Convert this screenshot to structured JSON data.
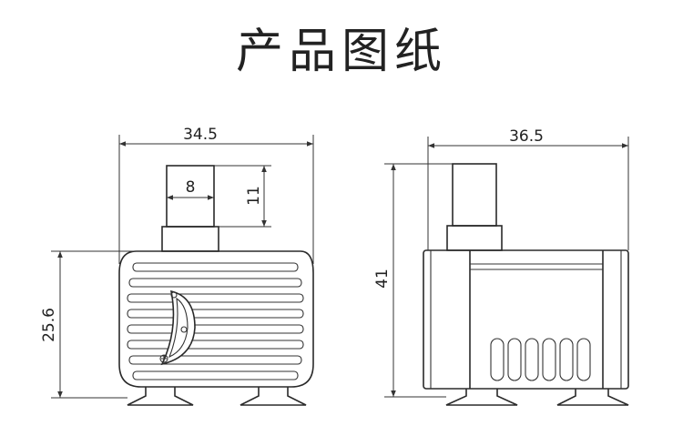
{
  "title": "产品图纸",
  "front_view": {
    "width_dim": "34.5",
    "outlet_width_dim": "8",
    "outlet_height_dim": "11",
    "body_height_dim": "25.6"
  },
  "side_view": {
    "width_dim": "36.5",
    "total_height_dim": "41"
  }
}
